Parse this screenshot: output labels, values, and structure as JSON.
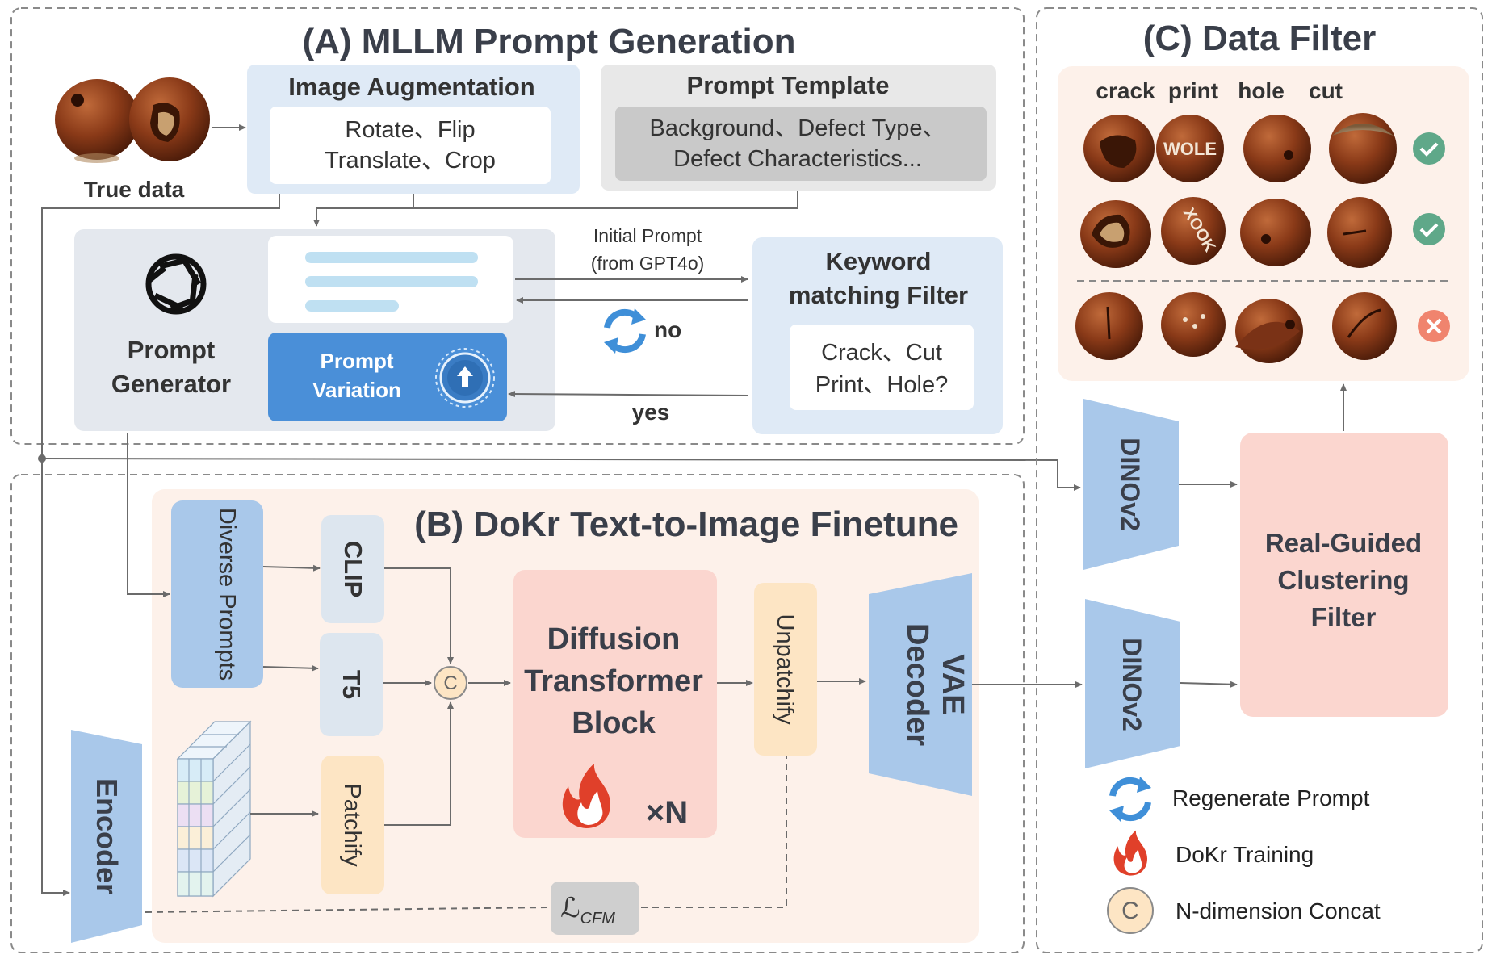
{
  "section_a": {
    "title": "(A) MLLM Prompt Generation",
    "true_data_label": "True data",
    "image_augmentation": {
      "title": "Image Augmentation",
      "line1": "Rotate、Flip",
      "line2": "Translate、Crop"
    },
    "prompt_template": {
      "title": "Prompt Template",
      "line1": "Background、Defect Type、",
      "line2": "Defect Characteristics..."
    },
    "prompt_generator": {
      "line1": "Prompt",
      "line2": "Generator",
      "icon": "openai-logo-icon"
    },
    "prompt_variation": {
      "line1": "Prompt",
      "line2": "Variation",
      "icon": "upload-circle-icon"
    },
    "initial_prompt": {
      "line1": "Initial Prompt",
      "line2": "(from GPT4o)"
    },
    "no_label": "no",
    "yes_label": "yes",
    "keyword_filter": {
      "title1": "Keyword",
      "title2": "matching Filter",
      "line1": "Crack、Cut",
      "line2": "Print、Hole?"
    }
  },
  "section_b": {
    "title": "(B) DoKr Text-to-Image Finetune",
    "diverse_prompts": "Diverse Prompts",
    "clip": "CLIP",
    "t5": "T5",
    "patchify": "Patchify",
    "unpatchify": "Unpatchify",
    "concat_symbol": "C",
    "diffusion": {
      "line1": "Diffusion",
      "line2": "Transformer",
      "line3": "Block",
      "repeat": "×N"
    },
    "vae_decoder": {
      "line1": "VAE",
      "line2": "Decoder"
    },
    "encoder": "Encoder",
    "loss_main": "ℒ",
    "loss_sub": "CFM"
  },
  "section_c": {
    "title": "(C) Data Filter",
    "categories": [
      "crack",
      "print",
      "hole",
      "cut"
    ],
    "dinov2_top": "DINOv2",
    "dinov2_bottom": "DINOv2",
    "clustering_filter": {
      "line1": "Real-Guided",
      "line2": "Clustering",
      "line3": "Filter"
    },
    "sample_print_text_1": "WOLE",
    "sample_print_text_2": "XOOK"
  },
  "legend": {
    "items": [
      {
        "icon": "regenerate-icon",
        "label": "Regenerate Prompt"
      },
      {
        "icon": "fire-icon",
        "label": "DoKr Training"
      },
      {
        "icon": "concat-icon",
        "label": "N-dimension Concat",
        "symbol": "C"
      }
    ]
  },
  "colors": {
    "blue_box": "#dfeaf6",
    "gray_box": "#e8e8e8",
    "peach_region": "#fdf1ea",
    "pink_block": "#fbd6cf",
    "trapezoid_blue": "#a9c8ea",
    "orange_box": "#fde5c4",
    "prompt_variation": "#4a8fd8",
    "check_green": "#5fa889",
    "cross_red": "#f0846e",
    "hazelnut": "#7a3216"
  }
}
